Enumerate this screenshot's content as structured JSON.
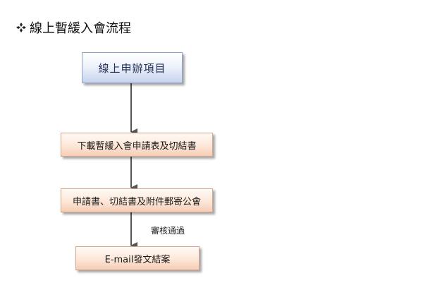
{
  "heading": {
    "icon": "four-diamond-bullet-icon",
    "text": "線上暫緩入會流程"
  },
  "flowchart": {
    "steps": [
      {
        "label": "線上申辦項目",
        "color": "#c7d3ee"
      },
      {
        "label": "下載暫緩入會申請表及切結書",
        "color": "#f6cdb5"
      },
      {
        "label": "申請書、切結書及附件郵寄公會",
        "color": "#f6cdb5"
      },
      {
        "label": "E-mail發文結案",
        "color": "#f6cdb5"
      }
    ],
    "edge_labels": [
      {
        "from_step": 3,
        "to_step": 4,
        "text": "審核通過"
      }
    ],
    "arrow_color": "#555555"
  }
}
